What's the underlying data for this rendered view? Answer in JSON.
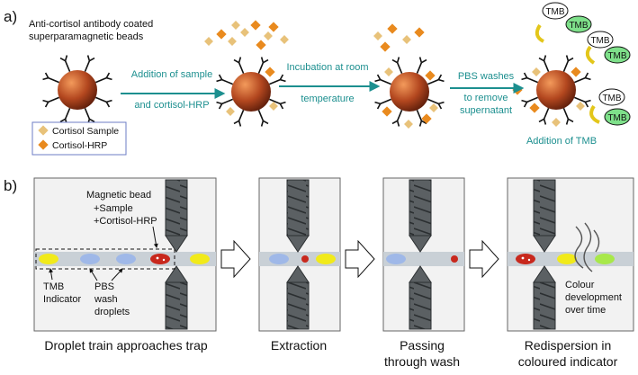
{
  "panel_a": {
    "label": "a)",
    "bead_title": [
      "Anti-cortisol antibody coated",
      "superparamagnetic beads"
    ],
    "step1": [
      "Addition of sample",
      "and cortisol-HRP"
    ],
    "step2": [
      "Incubation at room",
      "temperature"
    ],
    "step3": [
      "PBS washes",
      "to remove",
      "supernatant"
    ],
    "step4": "Addition of TMB",
    "tmb_label": "TMB",
    "legend": {
      "sample": "Cortisol Sample",
      "hrp": "Cortisol-HRP"
    }
  },
  "panel_b": {
    "label": "b)",
    "trap_annot": [
      "Magnetic bead",
      "+Sample",
      "+Cortisol-HRP"
    ],
    "tmb_annot": [
      "TMB",
      "Indicator"
    ],
    "pbs_annot": [
      "PBS",
      "wash",
      "droplets"
    ],
    "colour_annot": [
      "Colour",
      "development",
      "over time"
    ],
    "captions": [
      [
        "Droplet train approaches trap"
      ],
      [
        "Extraction"
      ],
      [
        "Passing",
        "through wash"
      ],
      [
        "Redispersion in",
        "coloured indicator"
      ]
    ]
  },
  "colors": {
    "teal": "#1c8f8f",
    "bead": "#b3471f",
    "sample": "#e8c27a",
    "hrp": "#e98a1e",
    "tmb_fill": "#7ee08a",
    "droplet_yellow": "#f1ea1a",
    "droplet_blue": "#9fb8e8",
    "droplet_red": "#c8281d",
    "droplet_green": "#a8e84a",
    "channel": "#c9d0d6"
  }
}
